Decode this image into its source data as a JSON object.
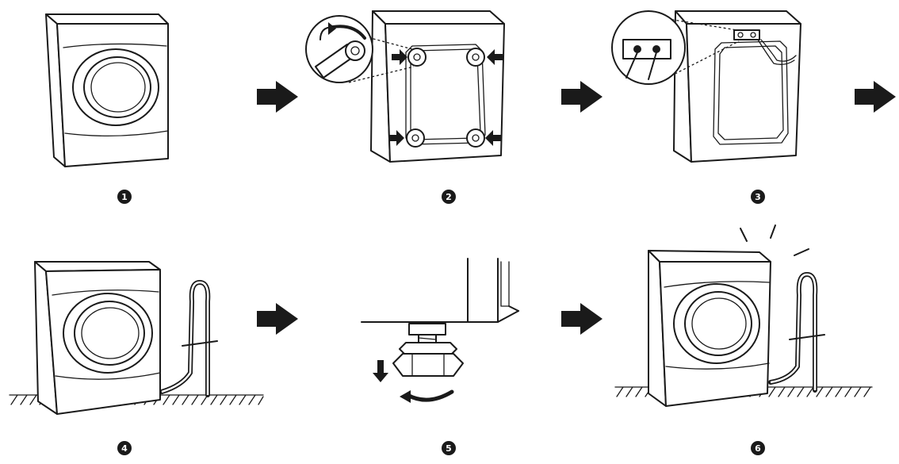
{
  "steps": [
    {
      "number": "1",
      "icon": "washing-machine-icon"
    },
    {
      "number": "2",
      "icon": "transit-bolts-removal-icon"
    },
    {
      "number": "3",
      "icon": "hose-connection-icon"
    },
    {
      "number": "4",
      "icon": "hose-routing-icon"
    },
    {
      "number": "5",
      "icon": "leveling-foot-icon"
    },
    {
      "number": "6",
      "icon": "vibration-check-icon"
    }
  ],
  "arrows": [
    "arrow-right-icon",
    "arrow-right-icon",
    "arrow-right-icon",
    "arrow-right-icon",
    "arrow-right-icon"
  ],
  "colors": {
    "line": "#1a1a1a",
    "background": "#ffffff"
  }
}
